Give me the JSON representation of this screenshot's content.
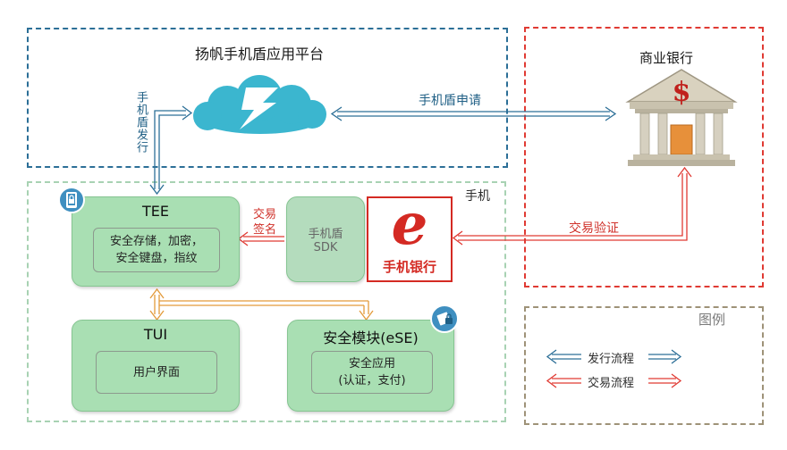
{
  "platform": {
    "title": "扬帆手机盾应用平台"
  },
  "bank": {
    "title": "商业银行"
  },
  "phone": {
    "title": "手机"
  },
  "legend": {
    "title": "图例",
    "issue_label": "发行流程",
    "trade_label": "交易流程"
  },
  "edges": {
    "shield_apply": "手机盾申请",
    "shield_issue": "手机盾发行",
    "trade_verify": "交易验证",
    "trade_sign_line1": "交易",
    "trade_sign_line2": "签名"
  },
  "tee": {
    "title": "TEE",
    "line1": "安全存储，加密，",
    "line2": "安全键盘，指纹"
  },
  "tui": {
    "title": "TUI",
    "inner": "用户界面"
  },
  "ese": {
    "title": "安全模块(eSE)",
    "line1": "安全应用",
    "line2": "(认证，支付)"
  },
  "sdk": {
    "line1": "手机盾",
    "line2": "SDK"
  },
  "mobile_bank": {
    "logo_letter": "e",
    "label": "手机银行"
  },
  "colors": {
    "issue_blue": "#2c6f97",
    "trade_red": "#e03a33",
    "phone_dashed": "#a8d2b3",
    "legend_dashed": "#9e9278",
    "card_green": "#a9dfb3",
    "cloud": "#3bb6cf",
    "bus_orange": "#e39a3a"
  },
  "icons": [
    "cloud-lightning-icon",
    "bank-building-icon",
    "dollar-icon",
    "phone-lock-icon",
    "chip-lock-icon",
    "mobile-bank-e-icon"
  ]
}
